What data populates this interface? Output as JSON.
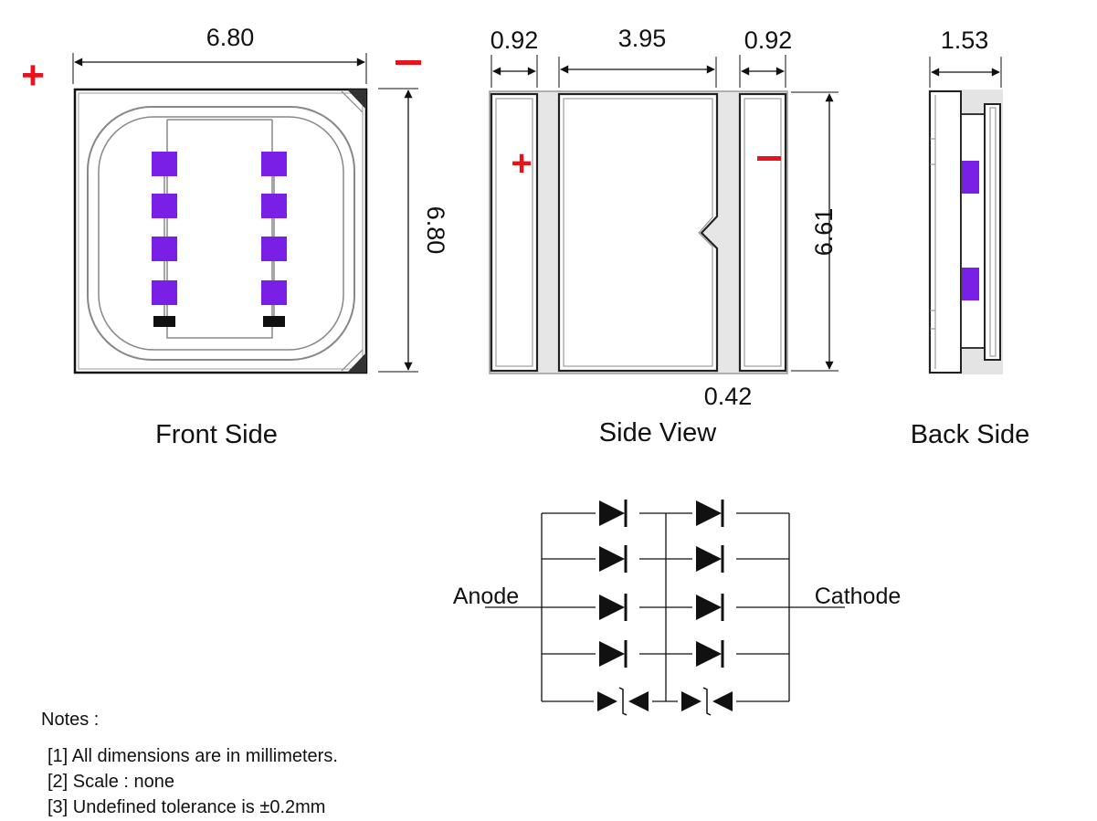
{
  "dimensions": {
    "front_width": "6.80",
    "front_height": "6.80",
    "side_left": "0.92",
    "side_center": "3.95",
    "side_right": "0.92",
    "side_height": "6.61",
    "side_notch": "0.42",
    "back_width": "1.53"
  },
  "polarity": {
    "plus": "+",
    "minus": "–"
  },
  "views": {
    "front": "Front Side",
    "side": "Side View",
    "back": "Back Side"
  },
  "schematic": {
    "anode": "Anode",
    "cathode": "Cathode"
  },
  "notes": {
    "heading": "Notes :",
    "items": [
      "[1] All dimensions are in millimeters.",
      "[2] Scale :  none",
      "[3] Undefined tolerance is ±0.2mm"
    ]
  },
  "colors": {
    "chip": "#7a1fe6",
    "polarity": "#e8141c",
    "line": "#111111",
    "outline_gray": "#8a8a8a"
  }
}
